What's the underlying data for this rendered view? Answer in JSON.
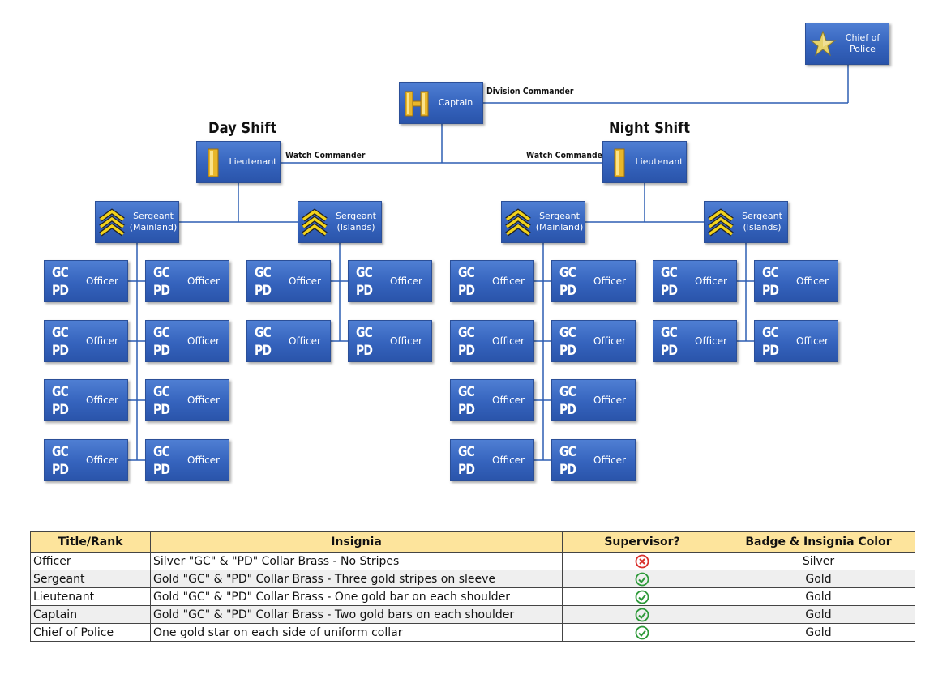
{
  "chief": {
    "line1": "Chief of",
    "line2": "Police",
    "icon": "gold-star-icon",
    "color": "#e7d36a"
  },
  "captain": {
    "label": "Captain",
    "icon": "captain-bars-icon",
    "connector_label": "Division Commander"
  },
  "day_shift": {
    "title": "Day Shift",
    "lieutenant": {
      "label": "Lieutenant",
      "icon": "gold-bar-icon",
      "connector_label": "Watch Commander"
    },
    "sergeants": [
      {
        "line1": "Sergeant",
        "line2": "(Mainland)",
        "icon": "chevron-stripes-icon"
      },
      {
        "line1": "Sergeant",
        "line2": "(Islands)",
        "icon": "chevron-stripes-icon"
      }
    ]
  },
  "night_shift": {
    "title": "Night Shift",
    "lieutenant": {
      "label": "Lieutenant",
      "icon": "gold-bar-icon",
      "connector_label": "Watch Commander"
    },
    "sergeants": [
      {
        "line1": "Sergeant",
        "line2": "(Mainland)",
        "icon": "chevron-stripes-icon"
      },
      {
        "line1": "Sergeant",
        "line2": "(Islands)",
        "icon": "chevron-stripes-icon"
      }
    ]
  },
  "officer": {
    "label": "Officer",
    "badge_line1": "GC",
    "badge_line2": "PD"
  },
  "table": {
    "headers": [
      "Title/Rank",
      "Insignia",
      "Supervisor?",
      "Badge & Insignia Color"
    ],
    "rows": [
      {
        "rank": "Officer",
        "insignia": "Silver \"GC\" & \"PD\" Collar Brass - No Stripes",
        "supervisor": "no",
        "supervisor_icon": "red-x-circle-icon",
        "color": "Silver"
      },
      {
        "rank": "Sergeant",
        "insignia": "Gold \"GC\" & \"PD\" Collar Brass - Three gold stripes on sleeve",
        "supervisor": "yes",
        "supervisor_icon": "green-check-circle-icon",
        "color": "Gold"
      },
      {
        "rank": "Lieutenant",
        "insignia": "Gold \"GC\" & \"PD\" Collar Brass - One gold bar on each shoulder",
        "supervisor": "yes",
        "supervisor_icon": "green-check-circle-icon",
        "color": "Gold"
      },
      {
        "rank": "Captain",
        "insignia": "Gold \"GC\" & \"PD\" Collar Brass - Two gold bars on each shoulder",
        "supervisor": "yes",
        "supervisor_icon": "green-check-circle-icon",
        "color": "Gold"
      },
      {
        "rank": "Chief of Police",
        "insignia": "One gold star on each side of uniform collar",
        "supervisor": "yes",
        "supervisor_icon": "green-check-circle-icon",
        "color": "Gold"
      }
    ],
    "header_bg": "#fde49c"
  },
  "colors": {
    "box": "#3b6bc7",
    "connector": "#2e5fb3",
    "gold": "#e8b62a",
    "check": "#2e9a3a",
    "cross": "#d9302c"
  }
}
